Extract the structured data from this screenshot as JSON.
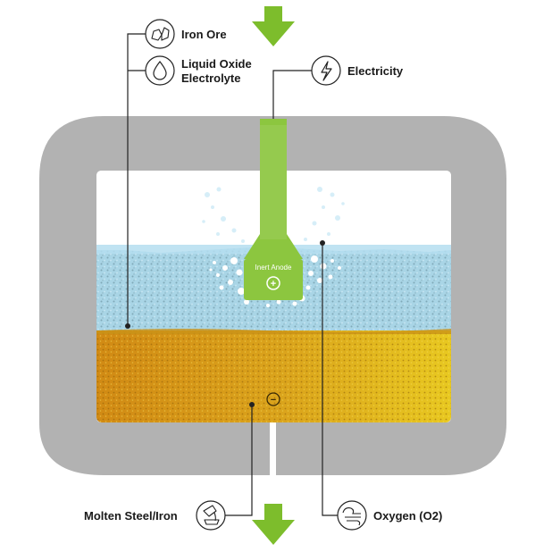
{
  "labels": {
    "iron_ore": "Iron Ore",
    "liquid_oxide_line1": "Liquid Oxide",
    "liquid_oxide_line2": "Electrolyte",
    "electricity": "Electricity",
    "molten_steel": "Molten Steel/Iron",
    "oxygen": "Oxygen (O2)",
    "inert_anode": "Inert Anode",
    "anode_sign": "+",
    "cathode_sign": "−"
  },
  "icons": {
    "iron_ore": "ore-rocks-icon",
    "liquid_oxide": "droplet-icon",
    "electricity": "lightning-bolt-icon",
    "molten_steel": "molten-pour-icon",
    "oxygen": "gas-swirl-icon",
    "input_arrow": "down-arrow-icon",
    "output_arrow": "down-arrow-icon"
  },
  "colors": {
    "vessel": "#b2b2b2",
    "electrolyte": "#a8d7eb",
    "molten_metal_left": "#d48d12",
    "molten_metal_right": "#e6c51e",
    "anode_green": "#8cc63f",
    "arrow_green": "#7dbd2c",
    "leader_line": "#222222"
  }
}
